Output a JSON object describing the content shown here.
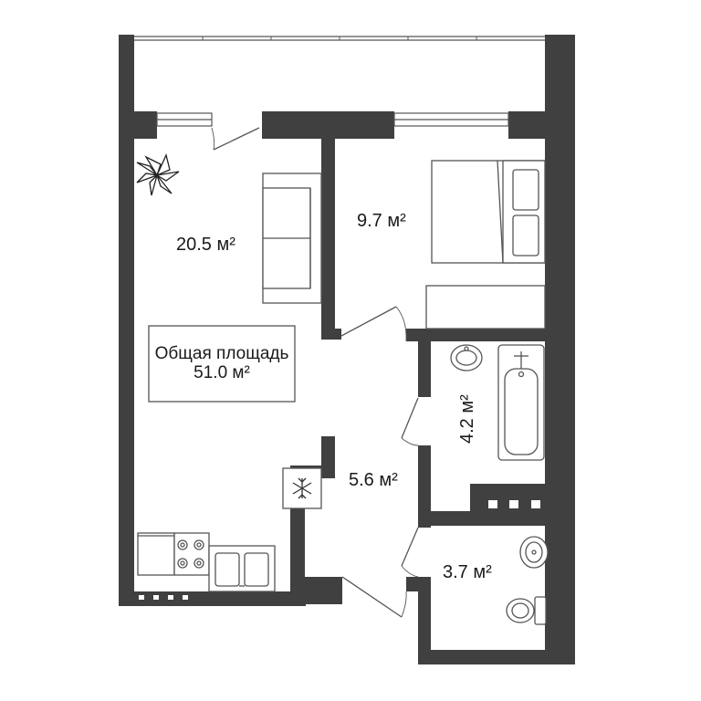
{
  "floorplan": {
    "total_area": {
      "label": "Общая площадь",
      "value": "51.0 м²"
    },
    "rooms": [
      {
        "id": "living-kitchen",
        "area": "20.5 м²"
      },
      {
        "id": "bedroom",
        "area": "9.7 м²"
      },
      {
        "id": "hallway",
        "area": "5.6 м²"
      },
      {
        "id": "bathroom",
        "area": "4.2 м²"
      },
      {
        "id": "toilet",
        "area": "3.7 м²"
      }
    ]
  },
  "colors": {
    "wall": "#404040",
    "background": "#ffffff",
    "line": "#555555"
  },
  "icons": [
    "plant-icon",
    "snowflake-icon",
    "sofa-icon",
    "bed-icon",
    "bathtub-icon",
    "sink-icon",
    "toilet-icon",
    "stove-icon",
    "door-icon",
    "window-icon"
  ]
}
